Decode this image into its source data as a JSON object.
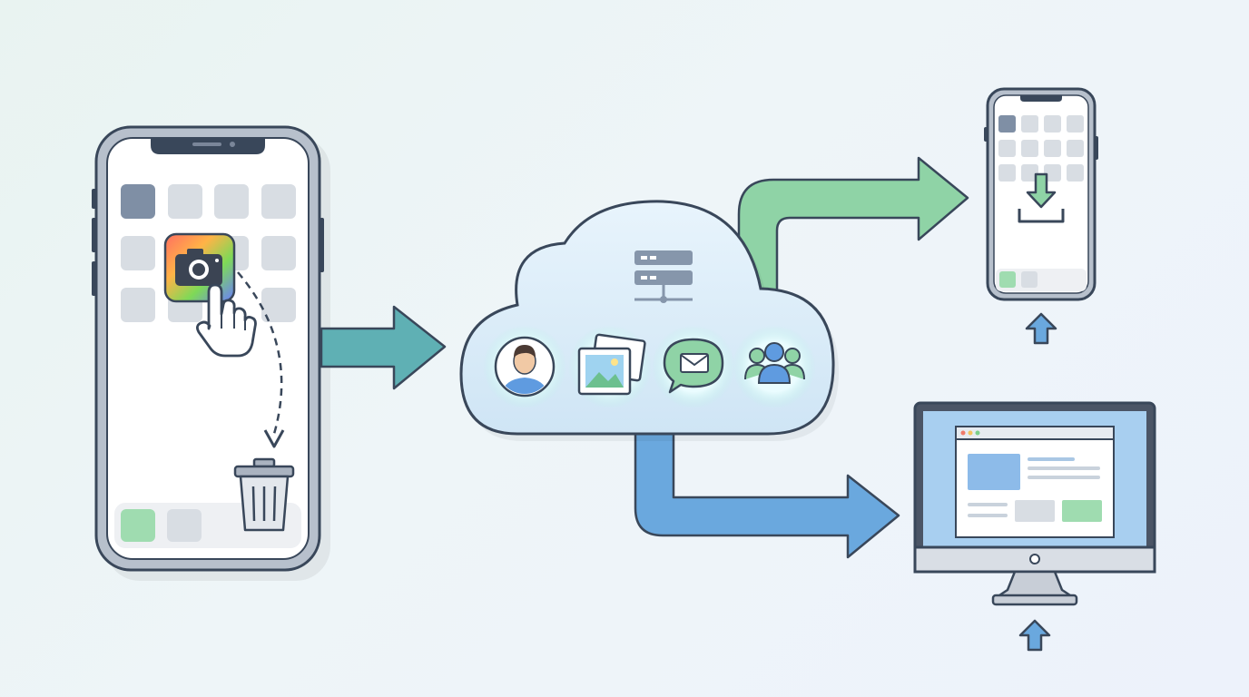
{
  "diagram": {
    "nodes": [
      {
        "id": "phone-left",
        "kind": "smartphone",
        "shows": [
          "app-grid",
          "camera-app-icon",
          "hand-tap-icon",
          "trash-icon",
          "dock"
        ]
      },
      {
        "id": "cloud",
        "kind": "cloud",
        "shows": [
          "server-icon",
          "person-icon",
          "photos-icon",
          "message-icon",
          "group-icon"
        ]
      },
      {
        "id": "phone-right",
        "kind": "smartphone",
        "shows": [
          "app-grid",
          "download-icon",
          "dock"
        ]
      },
      {
        "id": "monitor",
        "kind": "desktop-monitor",
        "shows": [
          "browser-window"
        ]
      }
    ],
    "edges": [
      {
        "from": "phone-left",
        "to": "cloud",
        "color": "#5fb0b4"
      },
      {
        "from": "cloud",
        "to": "phone-right",
        "color": "#8fd3a6"
      },
      {
        "from": "cloud",
        "to": "monitor",
        "color": "#6aa8de"
      },
      {
        "from": "camera-app-icon",
        "to": "trash-icon",
        "style": "dashed"
      }
    ],
    "colors": {
      "outline": "#39475a",
      "teal_arrow": "#5fb0b4",
      "green_arrow": "#8fd3a6",
      "blue_arrow": "#6aa8de",
      "cloud_fill": "#d9ecf8",
      "tile_gray": "#d8dde3",
      "tile_dark": "#7f8fa5",
      "dock_green": "#9fdcb0"
    }
  }
}
